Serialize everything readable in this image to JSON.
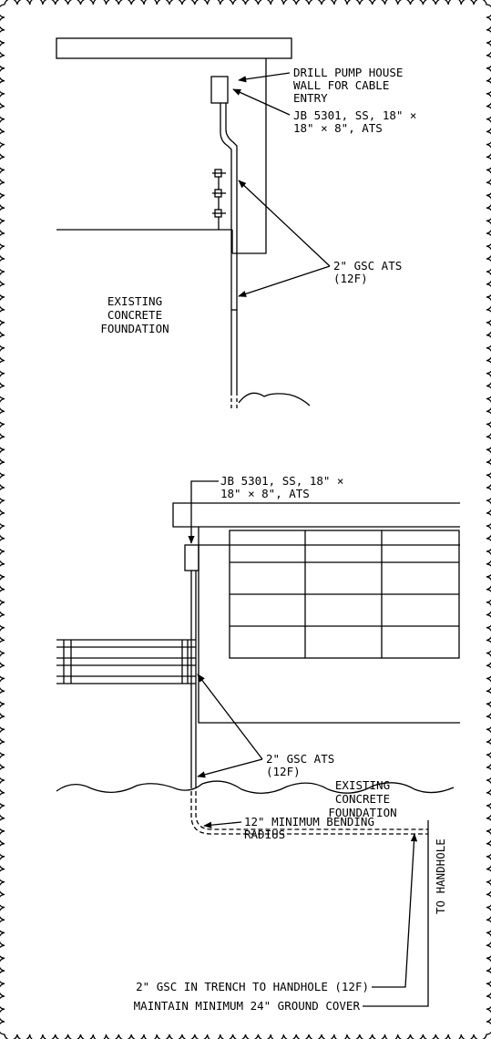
{
  "top_detail": {
    "callout_wall": [
      "DRILL PUMP HOUSE",
      "WALL FOR CABLE",
      "ENTRY"
    ],
    "callout_jb": [
      "JB 5301, SS, 18\" ×",
      "18\" × 8\", ATS"
    ],
    "callout_conduit": [
      "2\" GSC ATS",
      "(12F)"
    ],
    "foundation_label": [
      "EXISTING",
      "CONCRETE",
      "FOUNDATION"
    ]
  },
  "bottom_detail": {
    "callout_jb": [
      "JB 5301, SS, 18\" ×",
      "18\" × 8\", ATS"
    ],
    "callout_conduit": [
      "2\" GSC ATS",
      "(12F)"
    ],
    "foundation_label": [
      "EXISTING",
      "CONCRETE",
      "FOUNDATION"
    ],
    "callout_bend": [
      "12\" MINIMUM BENDING",
      "RADIUS"
    ],
    "to_handhole": "TO HANDHOLE",
    "note_trench": "2\" GSC IN TRENCH TO HANDHOLE (12F)",
    "note_cover": "MAINTAIN MINIMUM 24\" GROUND COVER"
  }
}
